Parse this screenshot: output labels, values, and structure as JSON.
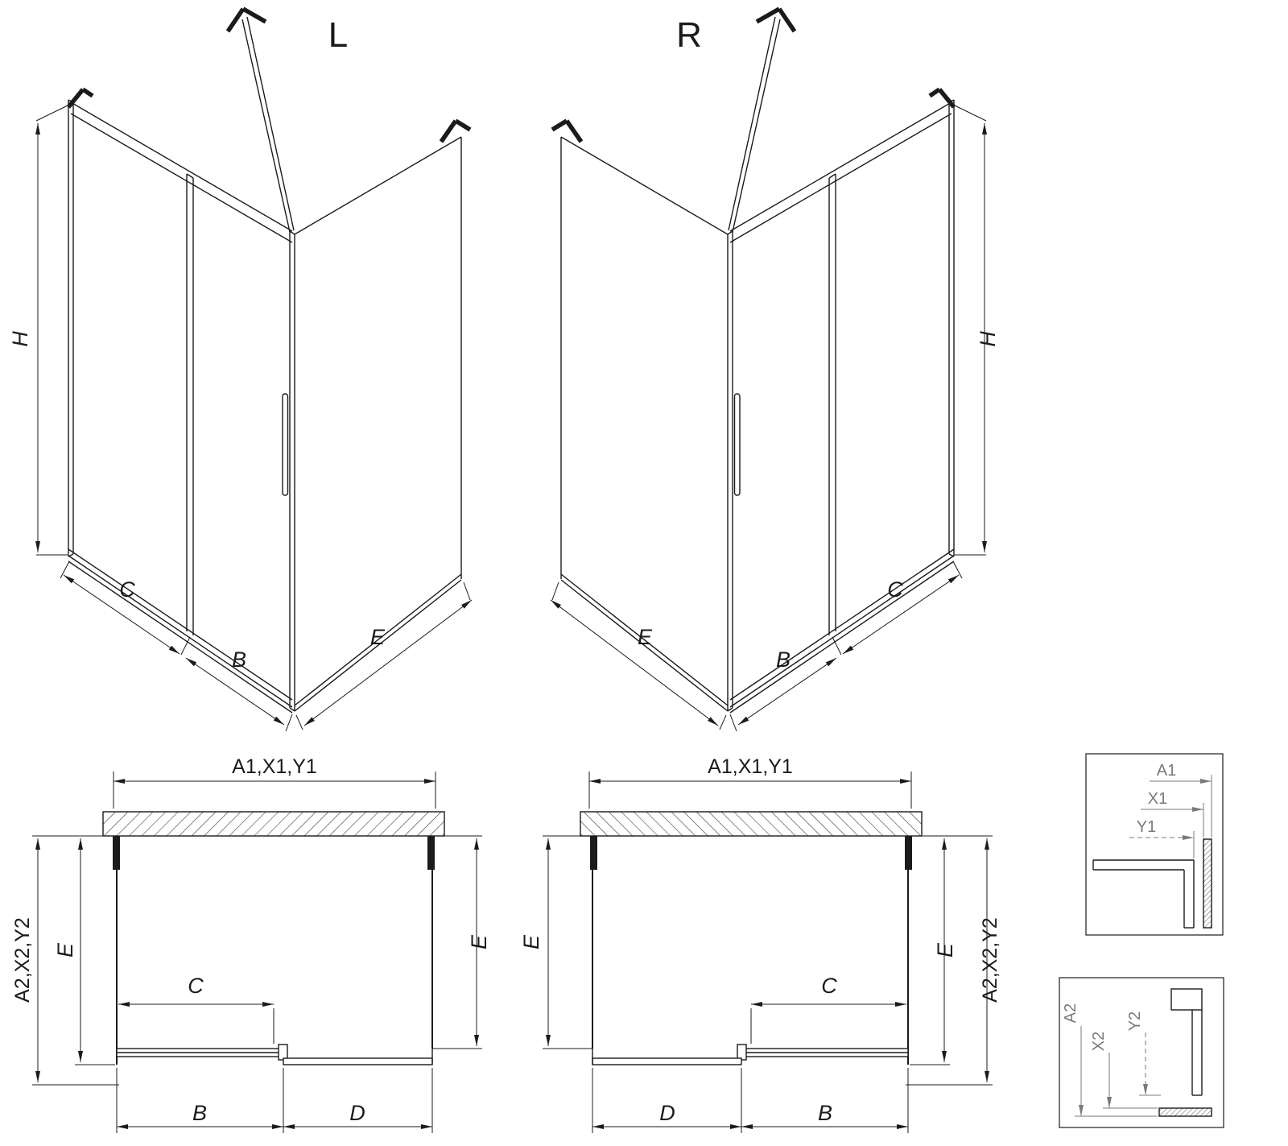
{
  "drawing": {
    "variants": {
      "left": "L",
      "right": "R"
    },
    "iso": {
      "height": "H",
      "fixed_width": "C",
      "door_width": "B",
      "side_width": "E"
    },
    "plan": {
      "overall_width": "A1,X1,Y1",
      "overall_depth": "A2,X2,Y2",
      "side_depth": "E",
      "opening_width": "C",
      "door_width": "B",
      "fixed_width": "D"
    },
    "detail_top": {
      "a1": "A1",
      "x1": "X1",
      "y1": "Y1"
    },
    "detail_bottom": {
      "a2": "A2",
      "x2": "X2",
      "y2": "Y2"
    }
  },
  "colors": {
    "ink": "#1b1b1b",
    "detail_gray": "#7a7a7a",
    "background": "#ffffff"
  }
}
